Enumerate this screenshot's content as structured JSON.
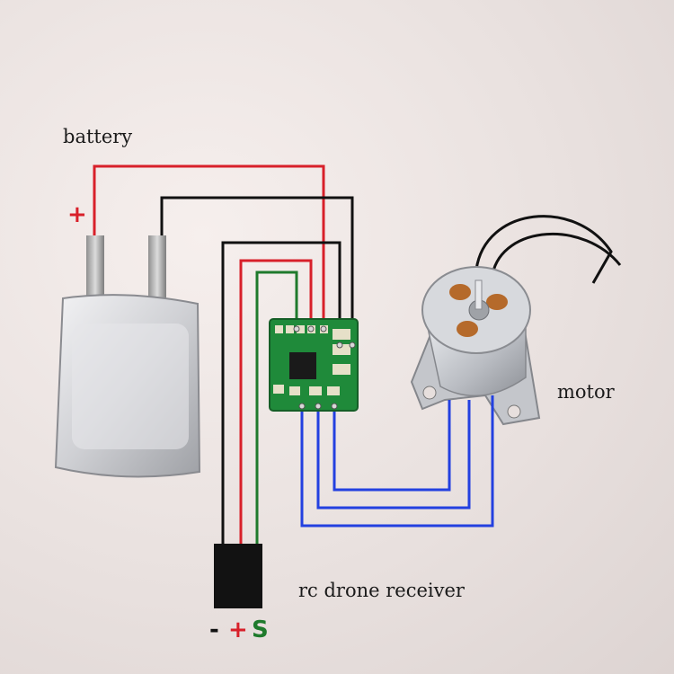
{
  "labels": {
    "battery": "battery",
    "motor": "motor",
    "receiver": "rc drone receiver",
    "battery_plus": "+",
    "pin_minus": "-",
    "pin_plus": "+",
    "pin_signal": "S"
  },
  "colors": {
    "wire_red": "#d8202a",
    "wire_black": "#111111",
    "wire_green": "#1f7a2c",
    "wire_blue": "#2340e0",
    "board_green": "#1f8a3a",
    "receiver_body": "#121212"
  }
}
